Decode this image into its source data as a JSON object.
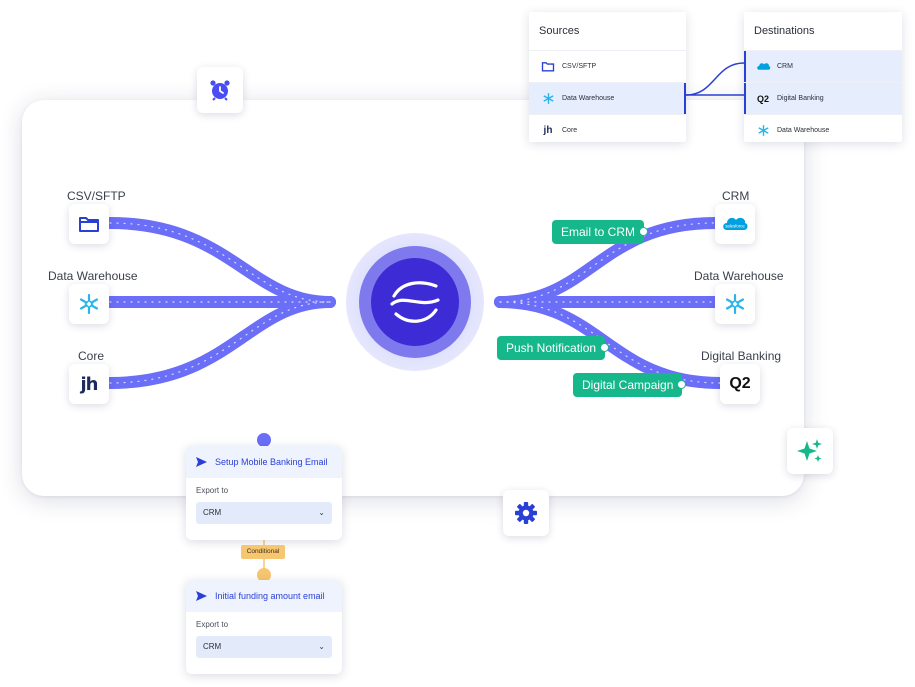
{
  "flow": {
    "sources": [
      {
        "label": "CSV/SFTP",
        "icon": "folder-icon"
      },
      {
        "label": "Data Warehouse",
        "icon": "snowflake-icon"
      },
      {
        "label": "Core",
        "icon": "jh-logo"
      }
    ],
    "destinations": [
      {
        "label": "CRM",
        "icon": "salesforce-logo",
        "logo_text": "salesforce"
      },
      {
        "label": "Data Warehouse",
        "icon": "snowflake-icon"
      },
      {
        "label": "Digital Banking",
        "icon": "q2-logo",
        "logo_text": "Q2"
      }
    ],
    "core_logo_text": "jh",
    "hub_icon": "wave-logo",
    "actions": [
      {
        "label": "Email to CRM"
      },
      {
        "label": "Push Notification"
      },
      {
        "label": "Digital Campaign"
      }
    ]
  },
  "sources_table": {
    "title": "Sources",
    "rows": [
      {
        "label": "CSV/SFTP",
        "icon": "folder-icon",
        "selected": false
      },
      {
        "label": "Data Warehouse",
        "icon": "snowflake-icon",
        "selected": true
      },
      {
        "label": "Core",
        "icon": "jh-logo",
        "logo_text": "jh",
        "selected": false
      }
    ]
  },
  "destinations_table": {
    "title": "Destinations",
    "rows": [
      {
        "label": "CRM",
        "icon": "salesforce-logo",
        "selected": true
      },
      {
        "label": "Digital Banking",
        "icon": "q2-logo",
        "logo_text": "Q2",
        "selected": true
      },
      {
        "label": "Data Warehouse",
        "icon": "snowflake-icon",
        "selected": false
      }
    ]
  },
  "workflow": {
    "step1": {
      "title": "Setup Mobile Banking Email",
      "export_label": "Export to",
      "export_value": "CRM"
    },
    "connector": "Conditional",
    "step2": {
      "title": "Initial funding amount email",
      "export_label": "Export to",
      "export_value": "CRM"
    }
  },
  "floating_icons": [
    "alarm-clock-icon",
    "gear-icon",
    "sparkle-icon"
  ],
  "colors": {
    "brand": "#3d2bd6",
    "flow_line": "#6b6ef7",
    "accent_green": "#16b88b",
    "selected_row": "#e6edfd",
    "conditional": "#f7c670"
  }
}
